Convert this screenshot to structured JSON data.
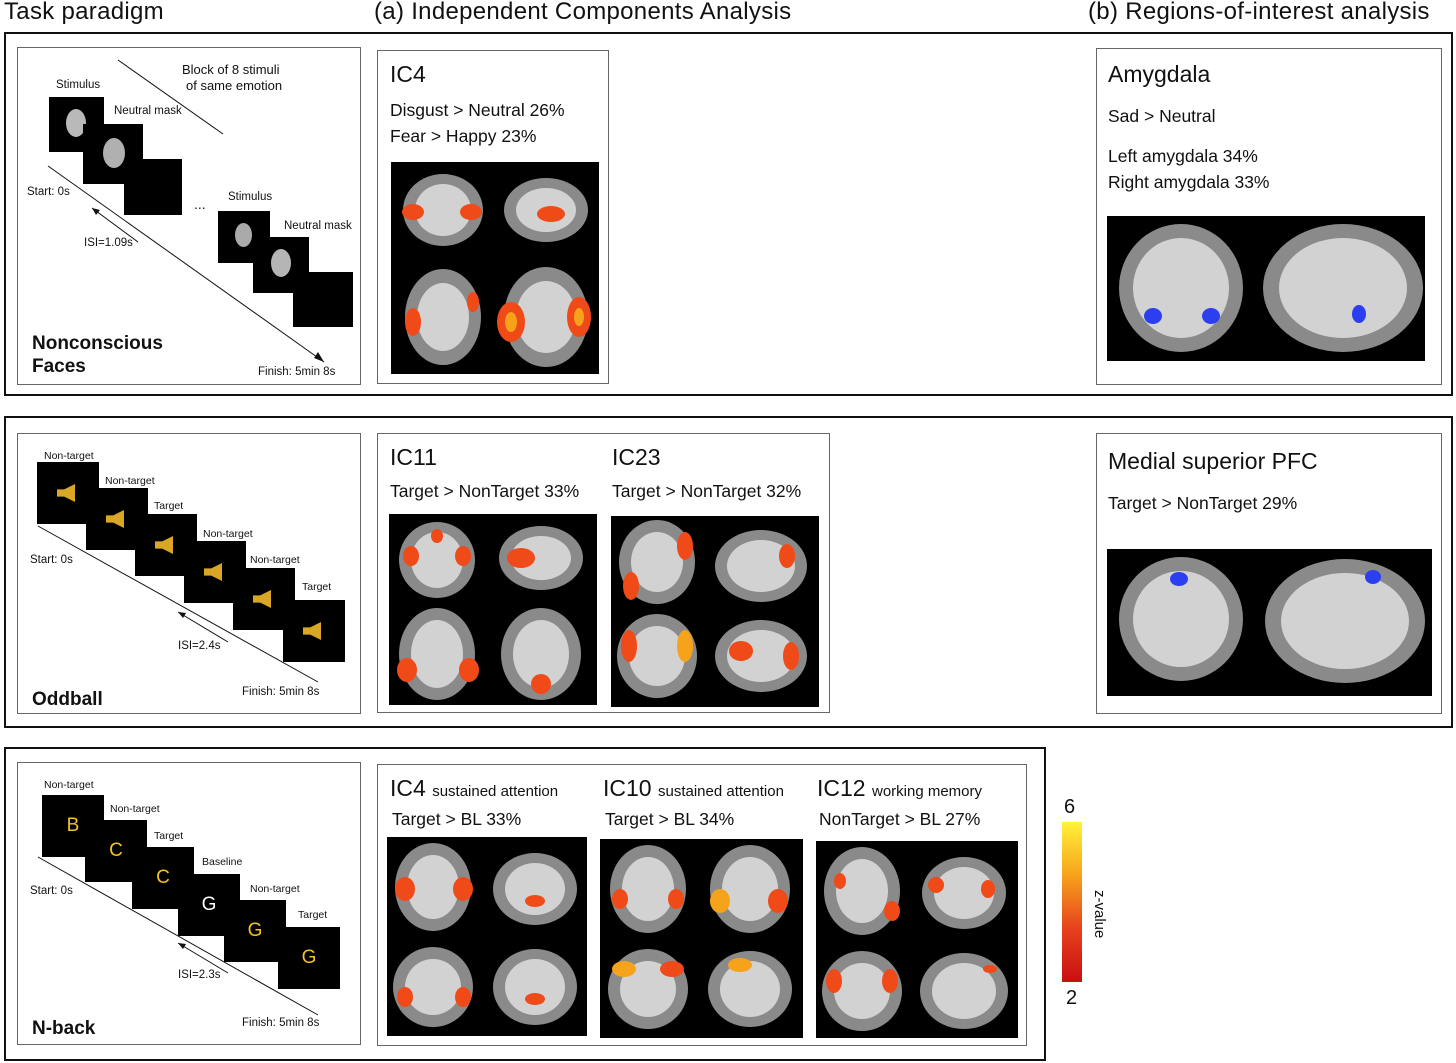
{
  "headers": {
    "task": "Task paradigm",
    "ica": "(a)  Independent  Components  Analysis",
    "roi": "(b)  Regions-of-interest  analysis"
  },
  "row1": {
    "task_name": [
      "Nonconscious",
      "Faces"
    ],
    "labels": {
      "stimulus1": "Stimulus",
      "mask1": "Neutral mask",
      "block": [
        "Block of 8 stimuli",
        "of same emotion"
      ],
      "start": "Start: 0s",
      "ellipsis": "...",
      "isi": "ISI=1.09s",
      "stimulus2": "Stimulus",
      "mask2": "Neutral mask",
      "finish": "Finish: 5min 8s"
    },
    "ica": {
      "title": "IC4",
      "lines": [
        "Disgust > Neutral 26%",
        "Fear > Happy 23%"
      ]
    },
    "roi": {
      "title": "Amygdala",
      "contrast": "Sad > Neutral",
      "lines": [
        "Left amygdala 34%",
        "Right amygdala 33%"
      ]
    }
  },
  "row2": {
    "task_name": "Oddball",
    "stimuli": [
      "Non-target",
      "Non-target",
      "Target",
      "Non-target",
      "Non-target",
      "Target"
    ],
    "start": "Start: 0s",
    "isi": "ISI=2.4s",
    "finish": "Finish: 5min 8s",
    "ica": [
      {
        "title": "IC11",
        "line": "Target > NonTarget 33%"
      },
      {
        "title": "IC23",
        "line": "Target > NonTarget 32%"
      }
    ],
    "roi": {
      "title": "Medial  superior  PFC",
      "contrast": "Target > NonTarget 29%"
    }
  },
  "row3": {
    "task_name": "N-back",
    "stimuli": [
      "Non-target",
      "Non-target",
      "Target",
      "Baseline",
      "Non-target",
      "Target"
    ],
    "letters": [
      "B",
      "C",
      "C",
      "G",
      "G",
      "G"
    ],
    "start": "Start: 0s",
    "isi": "ISI=2.3s",
    "finish": "Finish: 5min 8s",
    "ica": [
      {
        "title": "IC4",
        "sub": "sustained attention",
        "line": "Target > BL 33%"
      },
      {
        "title": "IC10",
        "sub": "sustained attention",
        "line": "Target > BL 34%"
      },
      {
        "title": "IC12",
        "sub": "working memory",
        "line": "NonTarget > BL 27%"
      }
    ]
  },
  "colorbar": {
    "max": "6",
    "min": "2",
    "label": "z-value",
    "colors": [
      "#fff23a",
      "#f7a21b",
      "#e7411c",
      "#c80f12"
    ]
  },
  "colors": {
    "activation": "#f04a18",
    "roi": "#2c3ff0"
  }
}
